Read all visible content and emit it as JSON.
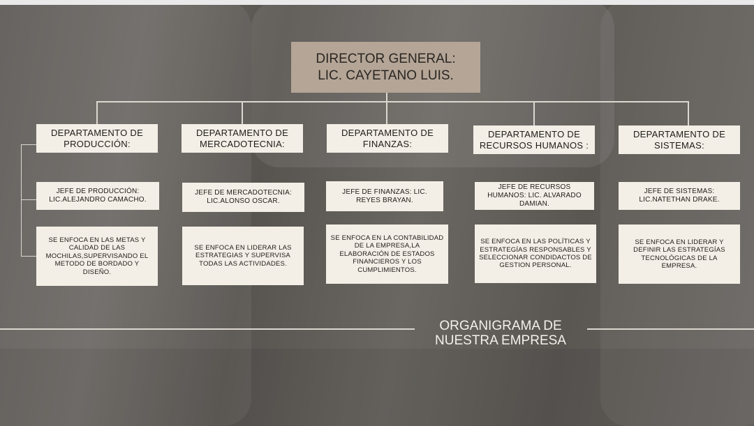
{
  "director": {
    "line1": "DIRECTOR GENERAL:",
    "line2": "LIC. CAYETANO LUIS."
  },
  "departments": [
    {
      "name": "DEPARTAMENTO DE PRODUCCIÓN:",
      "chief": "JEFE DE PRODUCCIÓN: LIC.ALEJANDRO CAMACHO.",
      "description": "SE ENFOCA EN LAS METAS Y CALIDAD DE LAS MOCHILAS,SUPERVISANDO EL METODO DE BORDADO Y DISEÑO."
    },
    {
      "name": "DEPARTAMENTO DE MERCADOTECNIA:",
      "chief": "JEFE DE MERCADOTECNIA: LIC.ALONSO OSCAR.",
      "description": "SE ENFOCA EN LIDERAR LAS ESTRATEGIAS Y SUPERVISA TODAS LAS ACTIVIDADES."
    },
    {
      "name": "DEPARTAMENTO DE FINANZAS:",
      "chief": "JEFE DE FINANZAS: LIC. REYES BRAYAN.",
      "description": "SE ENFOCA EN LA CONTABILIDAD DE LA EMPRESA,LA ELABORACIÓN DE ESTADOS FINANCIEROS Y LOS CUMPLIMIENTOS."
    },
    {
      "name": "DEPARTAMENTO DE RECURSOS HUMANOS :",
      "chief": "JEFE DE RECURSOS HUMANOS: LIC. ALVARADO DAMIAN.",
      "description": "SE ENFOCA EN LAS POLÍTICAS Y ESTRATEGÍAS RESPONSABLES Y SELECCIONAR CONDIDACTOS DE GESTION PERSONAL."
    },
    {
      "name": "DEPARTAMENTO DE SISTEMAS:",
      "chief": "JEFE DE SISTEMAS: LIC.NATETHAN DRAKE.",
      "description": "SE ENFOCA EN LIDERAR Y DEFINIR LAS ESTRATEGÍAS TECNOLÓGICAS DE LA EMPRESA."
    }
  ],
  "footer_title": {
    "line1": "ORGANIGRAMA DE",
    "line2": "NUESTRA EMPRESA"
  }
}
